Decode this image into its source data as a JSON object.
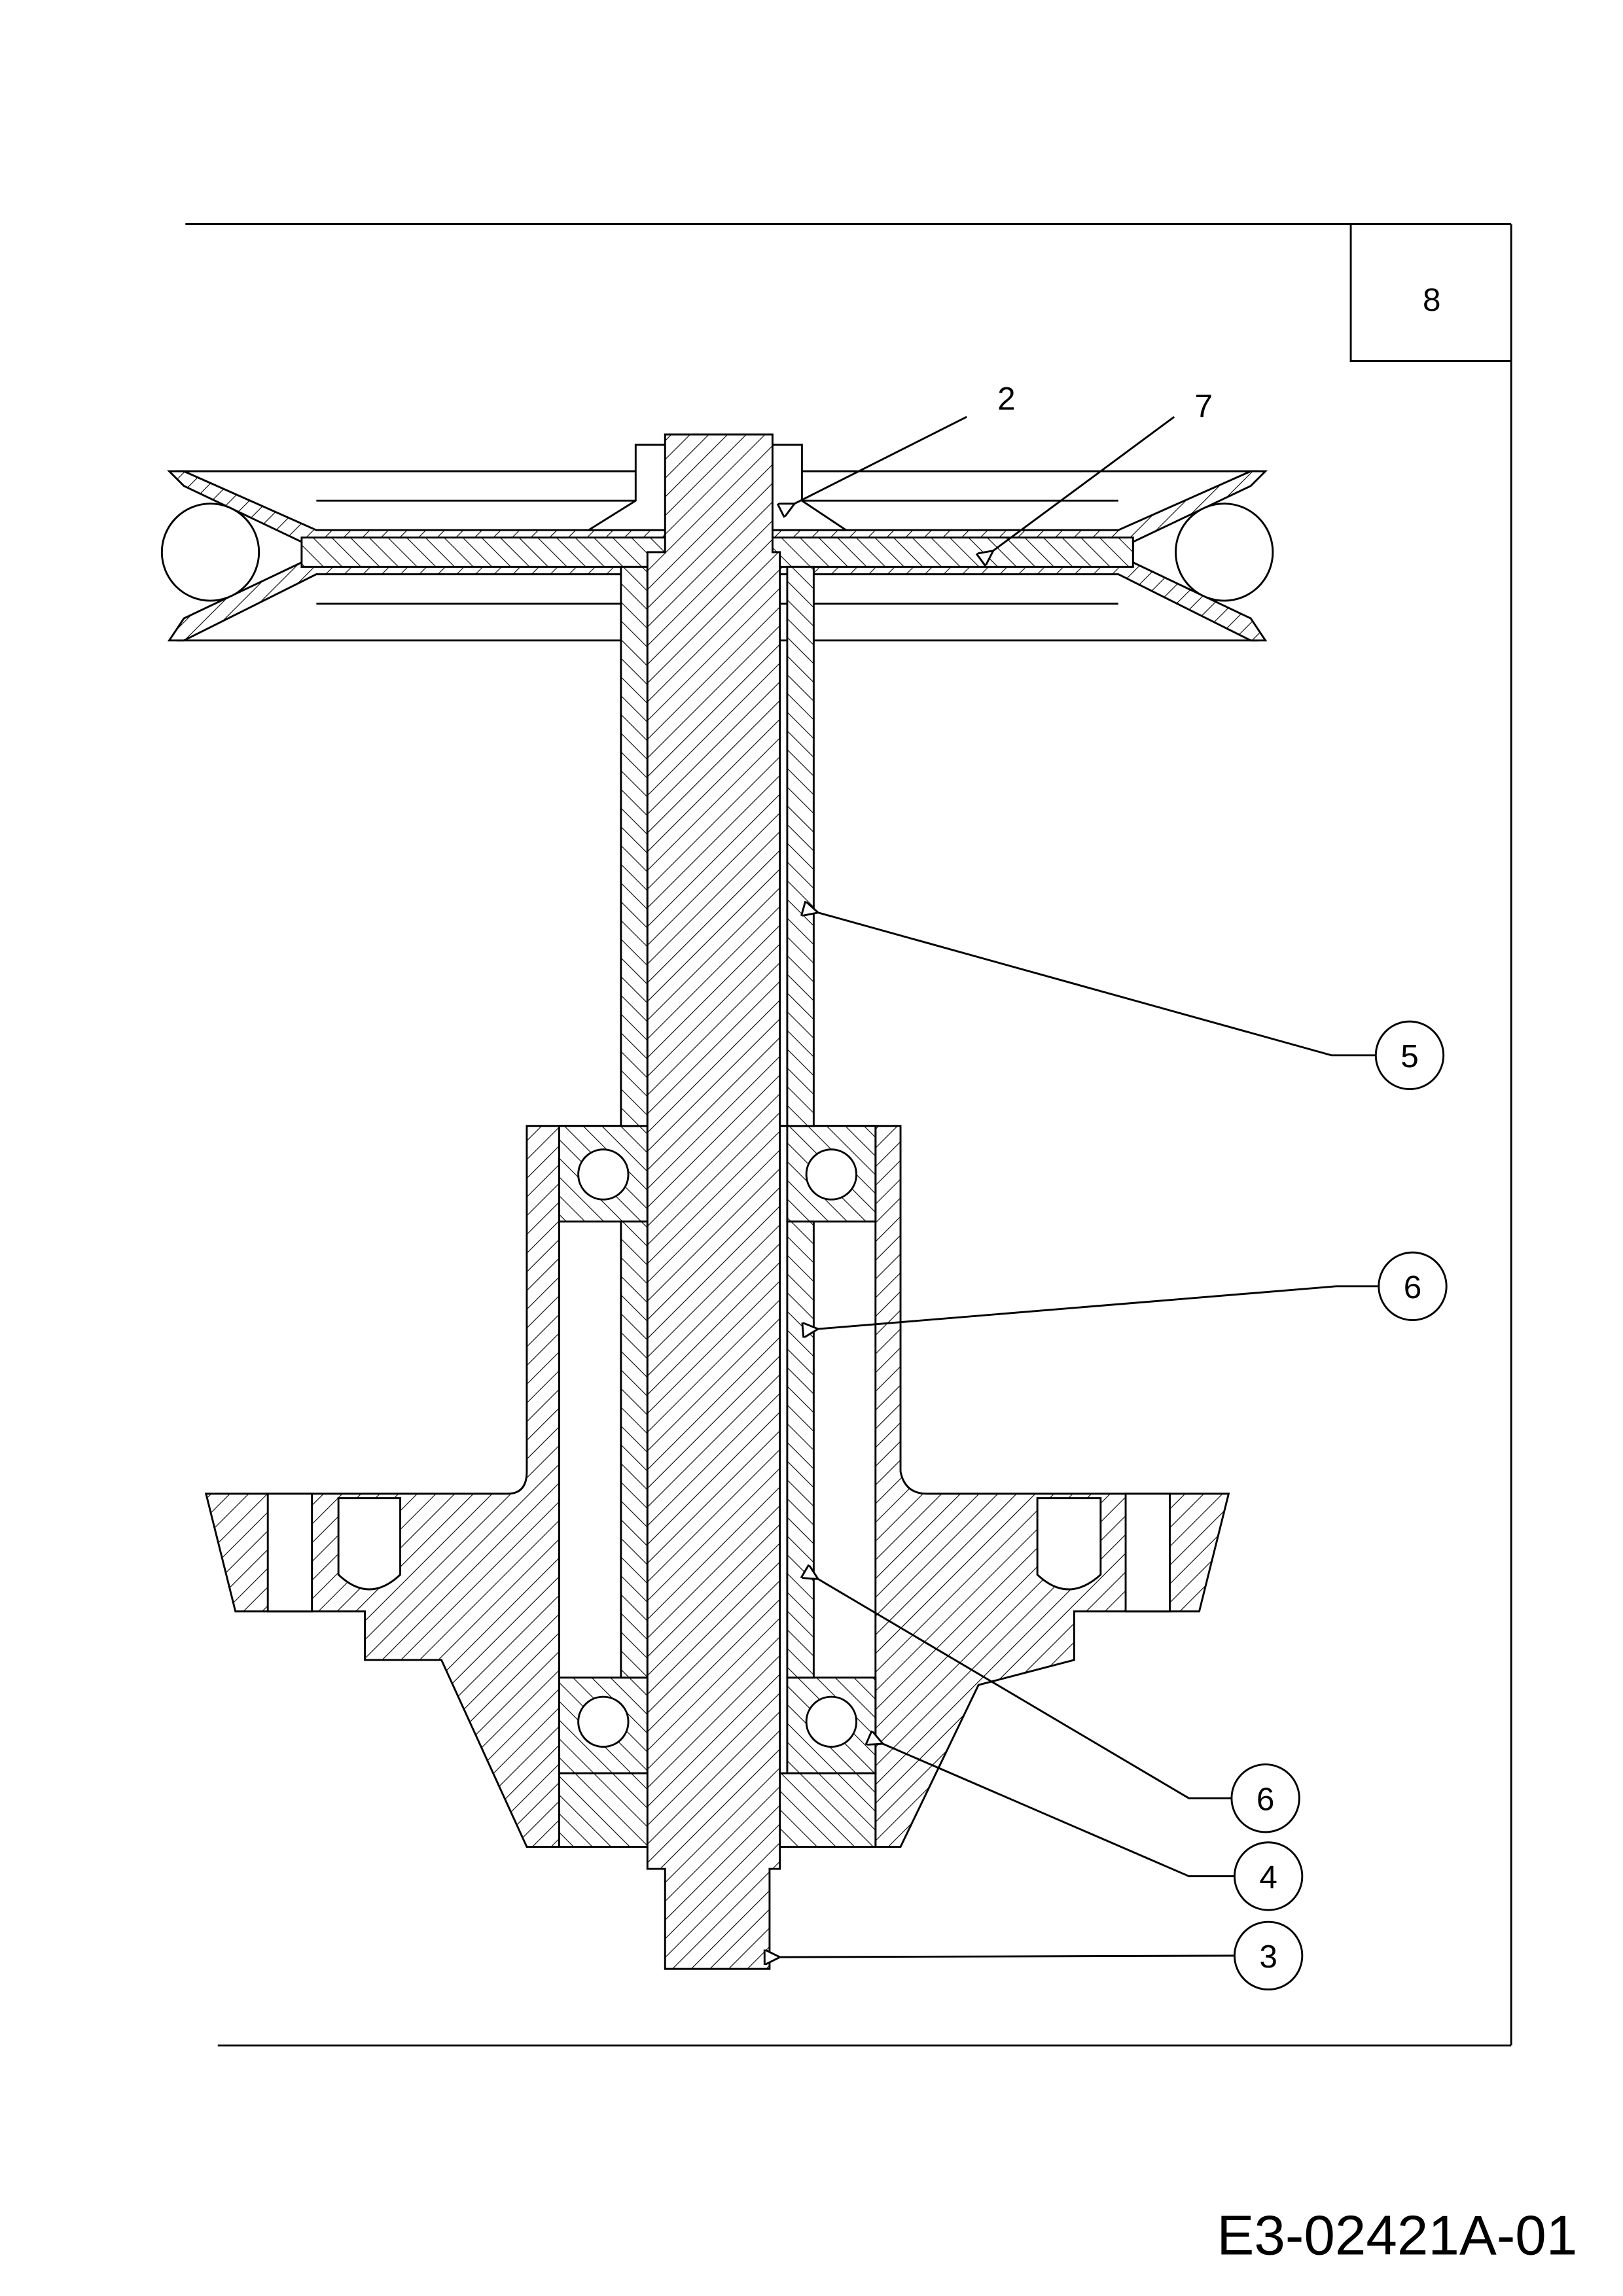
{
  "page_number": "8",
  "drawing_code": "E3-02421A-01",
  "callouts": {
    "plain": [
      "2",
      "7"
    ],
    "circled": [
      "5",
      "6",
      "6",
      "4",
      "3"
    ]
  }
}
